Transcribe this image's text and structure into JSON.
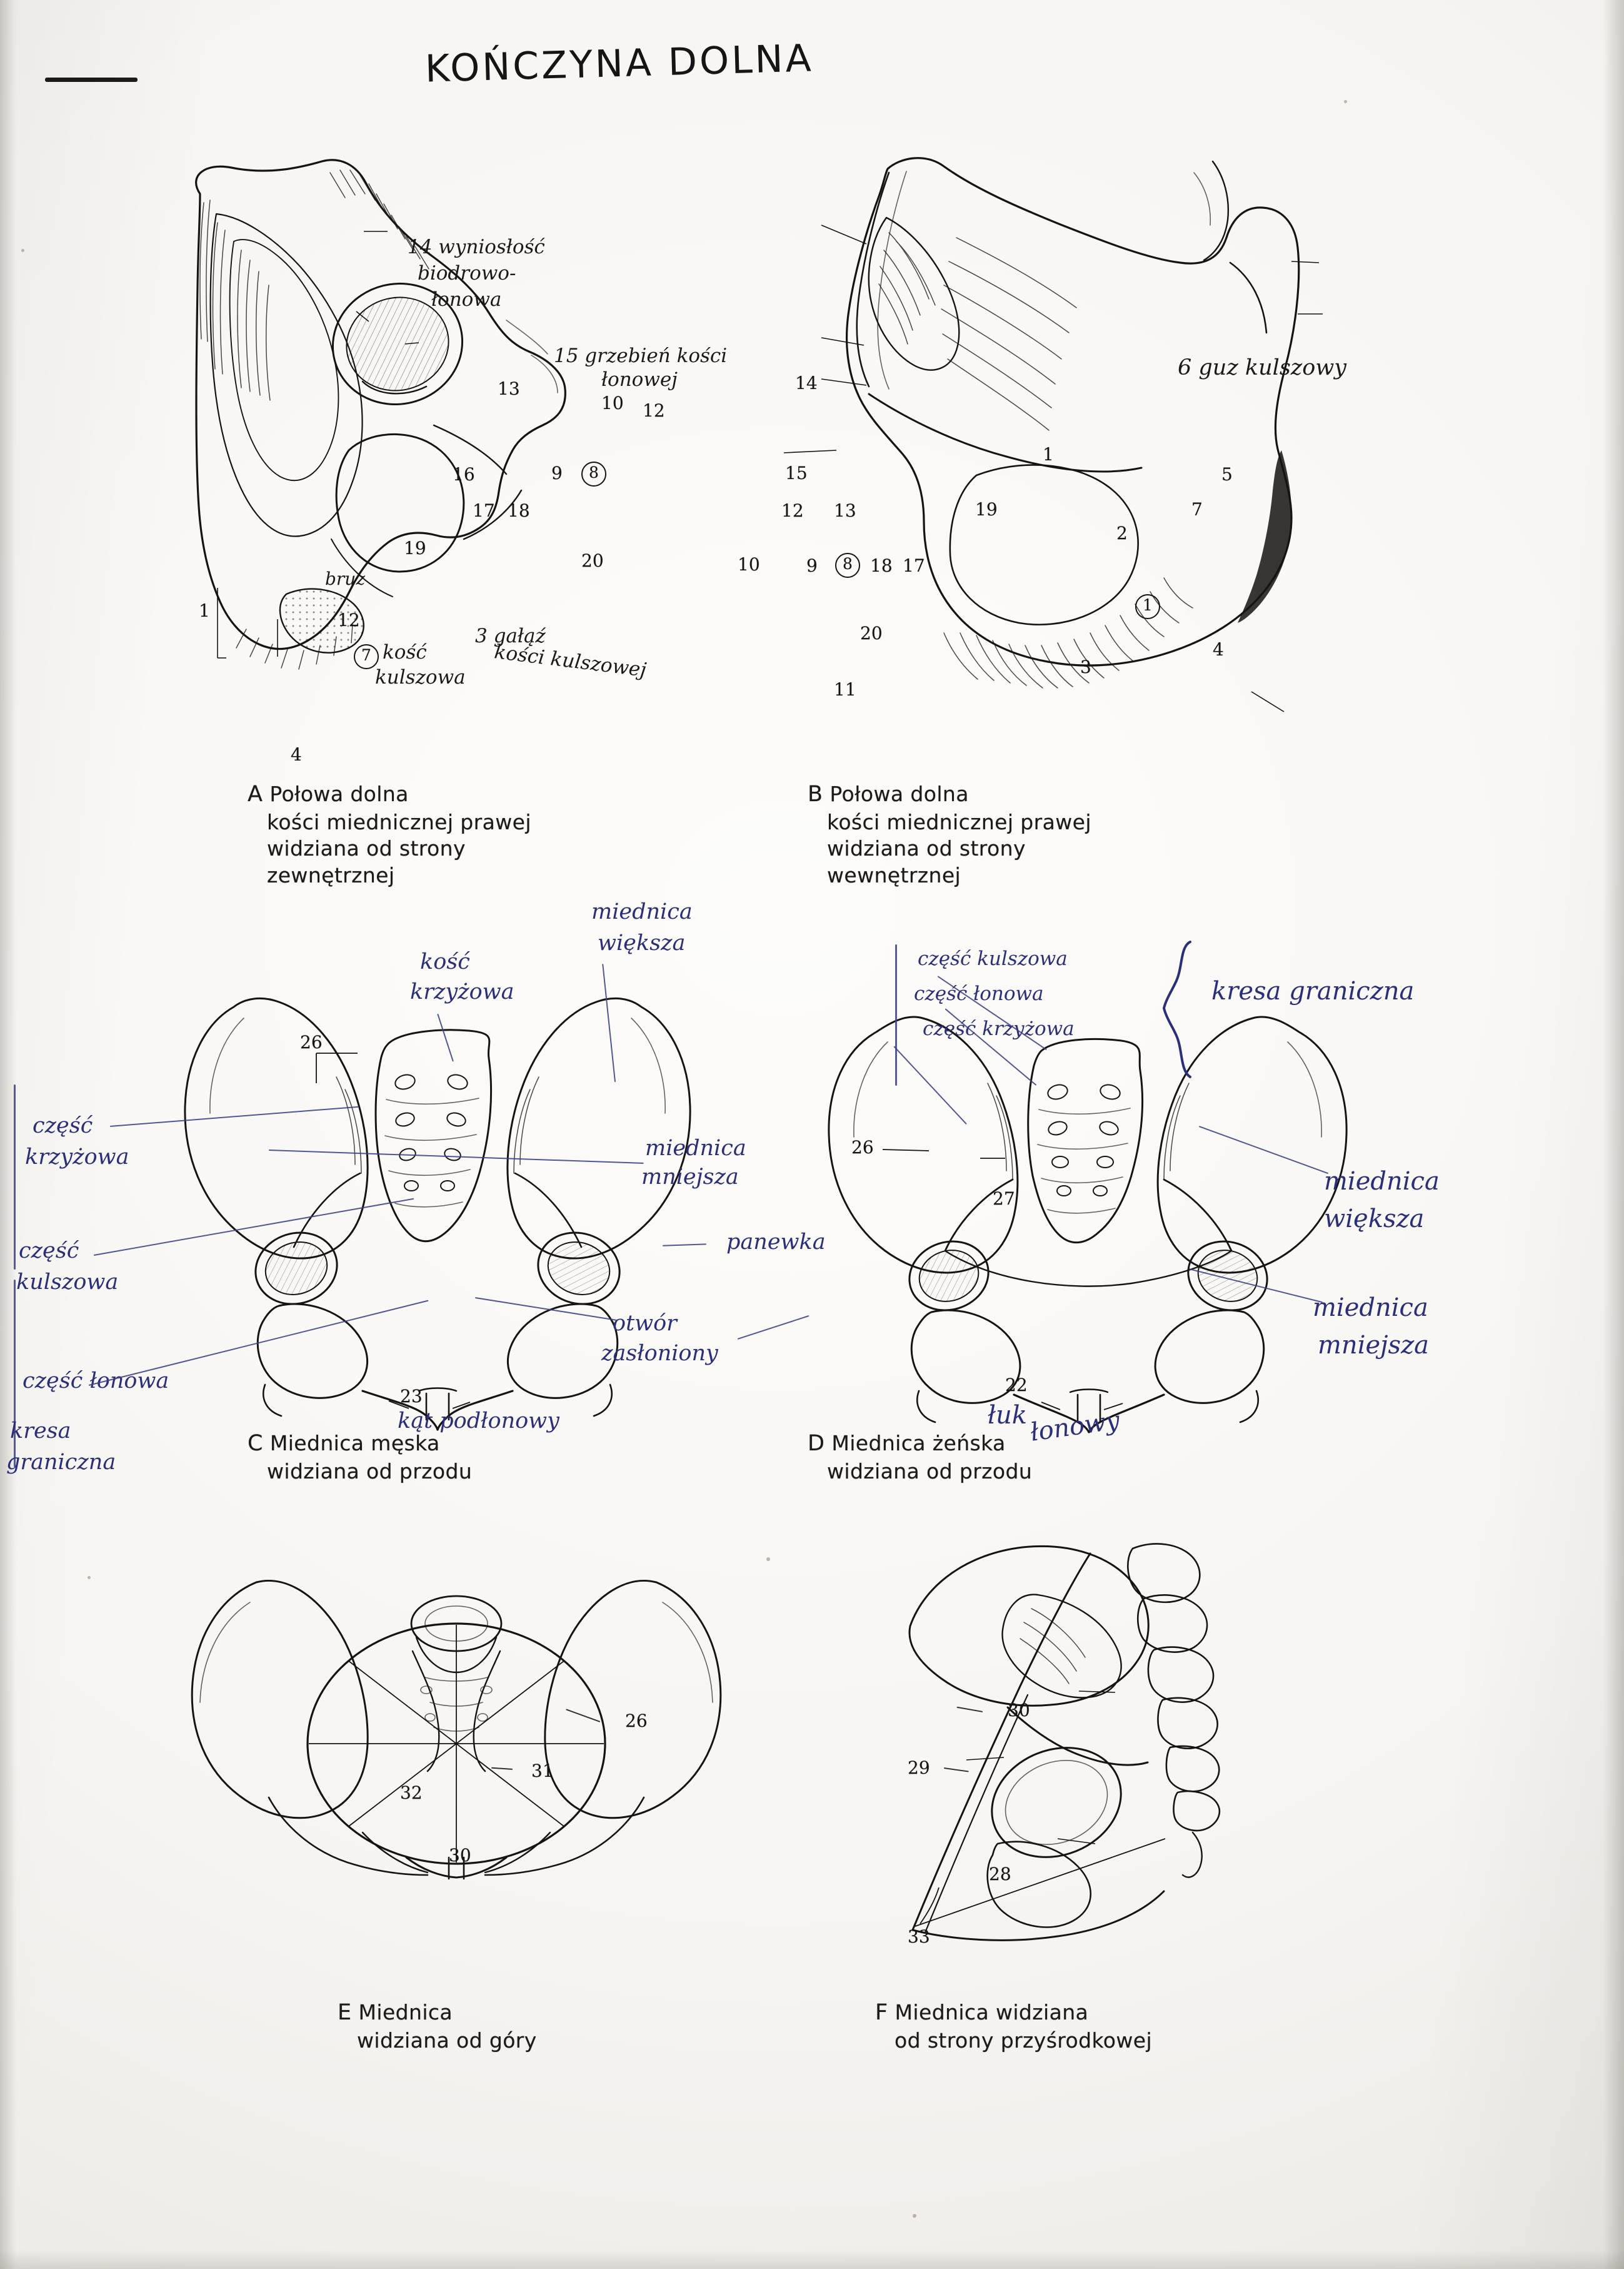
{
  "page": {
    "title_handwritten": "KOŃCZYNA DOLNA",
    "background_color": "#f7f5f2",
    "ink_color": "#151413",
    "pen_color": "#2b2f7a"
  },
  "figures": [
    {
      "id": "A",
      "letter": "A",
      "caption_lines": [
        "Połowa dolna",
        "kości miednicznej prawej",
        "widziana od strony",
        "zewnętrznej"
      ],
      "numbers": [
        "14",
        "15",
        "13",
        "10",
        "12",
        "16",
        "9",
        "8",
        "17",
        "18",
        "19",
        "20",
        "1",
        "4",
        "12",
        "3",
        "7"
      ],
      "handwritten": [
        {
          "text": "14 wyniosłość",
          "sub": "biodrowo-",
          "sub2": "łonowa"
        },
        {
          "text": "15 grzebień kości",
          "sub": "łonowej"
        },
        {
          "text": "3 gałąź",
          "sub": "kości kulszowej"
        },
        {
          "text": "7 kość",
          "sub": "kulszowa"
        },
        {
          "text": "bruz",
          "sub": "12"
        }
      ]
    },
    {
      "id": "B",
      "letter": "B",
      "caption_lines": [
        "Połowa dolna",
        "kości miednicznej prawej",
        "widziana od strony",
        "wewnętrznej"
      ],
      "numbers": [
        "14",
        "15",
        "12",
        "10",
        "13",
        "9",
        "8",
        "18",
        "17",
        "19",
        "20",
        "11",
        "1",
        "2",
        "3",
        "4",
        "5",
        "7",
        "6",
        "1"
      ],
      "handwritten": [
        {
          "text": "6 guz kulszowy"
        }
      ]
    },
    {
      "id": "C",
      "letter": "C",
      "caption_lines": [
        "Miednica męska",
        "widziana od przodu"
      ],
      "numbers": [
        "26",
        "23"
      ],
      "handwritten": [
        {
          "text": "kość",
          "sub": "krzyżowa"
        },
        {
          "text": "miednica",
          "sub": "większa"
        },
        {
          "text": "miednica",
          "sub": "mniejsza"
        },
        {
          "text": "otwór",
          "sub": "zasłoniony"
        },
        {
          "text": "kąt podłonowy"
        },
        {
          "text": "część",
          "sub": "krzyżowa"
        },
        {
          "text": "część",
          "sub": "kulszowa"
        },
        {
          "text": "część łonowa"
        },
        {
          "text": "kresa",
          "sub": "graniczna"
        }
      ]
    },
    {
      "id": "D",
      "letter": "D",
      "caption_lines": [
        "Miednica żeńska",
        "widziana od przodu"
      ],
      "numbers": [
        "26",
        "27",
        "22"
      ],
      "handwritten": [
        {
          "text": "część kulszowa"
        },
        {
          "text": "część łonowa"
        },
        {
          "text": "część krzyżowa"
        },
        {
          "text": "kresa graniczna"
        },
        {
          "text": "miednica",
          "sub": "większa"
        },
        {
          "text": "miednica",
          "sub": "mniejsza"
        },
        {
          "text": "panewka"
        },
        {
          "text": "łuk",
          "sub": "łonowy"
        }
      ]
    },
    {
      "id": "E",
      "letter": "E",
      "caption_lines": [
        "Miednica",
        "widziana od góry"
      ],
      "numbers": [
        "26",
        "31",
        "32",
        "30"
      ],
      "handwritten": []
    },
    {
      "id": "F",
      "letter": "F",
      "caption_lines": [
        "Miednica widziana",
        "od strony przyśrodkowej"
      ],
      "numbers": [
        "30",
        "29",
        "28",
        "33"
      ],
      "handwritten": []
    }
  ],
  "labels": {
    "A": {
      "letter": "A",
      "l1": "Połowa dolna",
      "l2": "kości miednicznej prawej",
      "l3": "widziana od strony",
      "l4": "zewnętrznej"
    },
    "B": {
      "letter": "B",
      "l1": "Połowa dolna",
      "l2": "kości miednicznej prawej",
      "l3": "widziana od strony",
      "l4": "wewnętrznej"
    },
    "C": {
      "letter": "C",
      "l1": "Miednica męska",
      "l2": "widziana od przodu"
    },
    "D": {
      "letter": "D",
      "l1": "Miednica żeńska",
      "l2": "widziana od przodu"
    },
    "E": {
      "letter": "E",
      "l1": "Miednica",
      "l2": "widziana od góry"
    },
    "F": {
      "letter": "F",
      "l1": "Miednica widziana",
      "l2": "od strony przyśrodkowej"
    }
  },
  "annotations": {
    "title": "KOŃCZYNA DOLNA",
    "a14_1": "14 wyniosłość",
    "a14_2": "biodrowo-",
    "a14_3": "łonowa",
    "a15_1": "15 grzebień kości",
    "a15_2": "łonowej",
    "a3_1": "3 gałąź",
    "a3_2": "kości kulszowej",
    "a7_1": "kość",
    "a7_2": "kulszowa",
    "abruz": "bruz",
    "b6": "6 guz kulszowy",
    "c_kosc_1": "kość",
    "c_kosc_2": "krzyżowa",
    "c_wieksza_1": "miednica",
    "c_wieksza_2": "większa",
    "c_mniejsza_1": "miednica",
    "c_mniejsza_2": "mniejsza",
    "c_otwor_1": "otwór",
    "c_otwor_2": "zasłoniony",
    "c_kat": "kąt podłonowy",
    "c_panewka": "panewka",
    "left_czesc1_1": "część",
    "left_czesc1_2": "krzyżowa",
    "left_czesc2_1": "część",
    "left_czesc2_2": "kulszowa",
    "left_czesc3": "część łonowa",
    "left_kresa_1": "kresa",
    "left_kresa_2": "graniczna",
    "d_kulszowa": "część kulszowa",
    "d_lonowa": "część łonowa",
    "d_krzyzowa": "część krzyżowa",
    "d_kresa": "kresa graniczna",
    "d_wieksza_1": "miednica",
    "d_wieksza_2": "większa",
    "d_mniejsza_1": "miednica",
    "d_mniejsza_2": "mniejsza",
    "d_luk_1": "łuk",
    "d_luk_2": "łonowy"
  },
  "figure_numbers": {
    "A": {
      "n14": "14",
      "n15": "15",
      "n13": "13",
      "n10": "10",
      "n12": "12",
      "n16": "16",
      "n9": "9",
      "n8": "8",
      "n17": "17",
      "n18": "18",
      "n19": "19",
      "n20": "20",
      "n1a": "1",
      "n4": "4",
      "n12b": "12",
      "n7": "7"
    },
    "B": {
      "n14": "14",
      "n15": "15",
      "n12": "12",
      "n10": "10",
      "n13": "13",
      "n9": "9",
      "n8": "8",
      "n18": "18",
      "n17": "17",
      "n19": "19",
      "n20": "20",
      "n11": "11",
      "n1": "1",
      "n2": "2",
      "n3": "3",
      "n4": "4",
      "n5": "5",
      "n7": "7",
      "n1c": "1"
    },
    "C": {
      "n26": "26",
      "n23": "23"
    },
    "D": {
      "n26": "26",
      "n27": "27",
      "n22": "22"
    },
    "E": {
      "n26": "26",
      "n31": "31",
      "n32": "32",
      "n30": "30"
    },
    "F": {
      "n30": "30",
      "n29": "29",
      "n28": "28",
      "n33": "33"
    }
  }
}
